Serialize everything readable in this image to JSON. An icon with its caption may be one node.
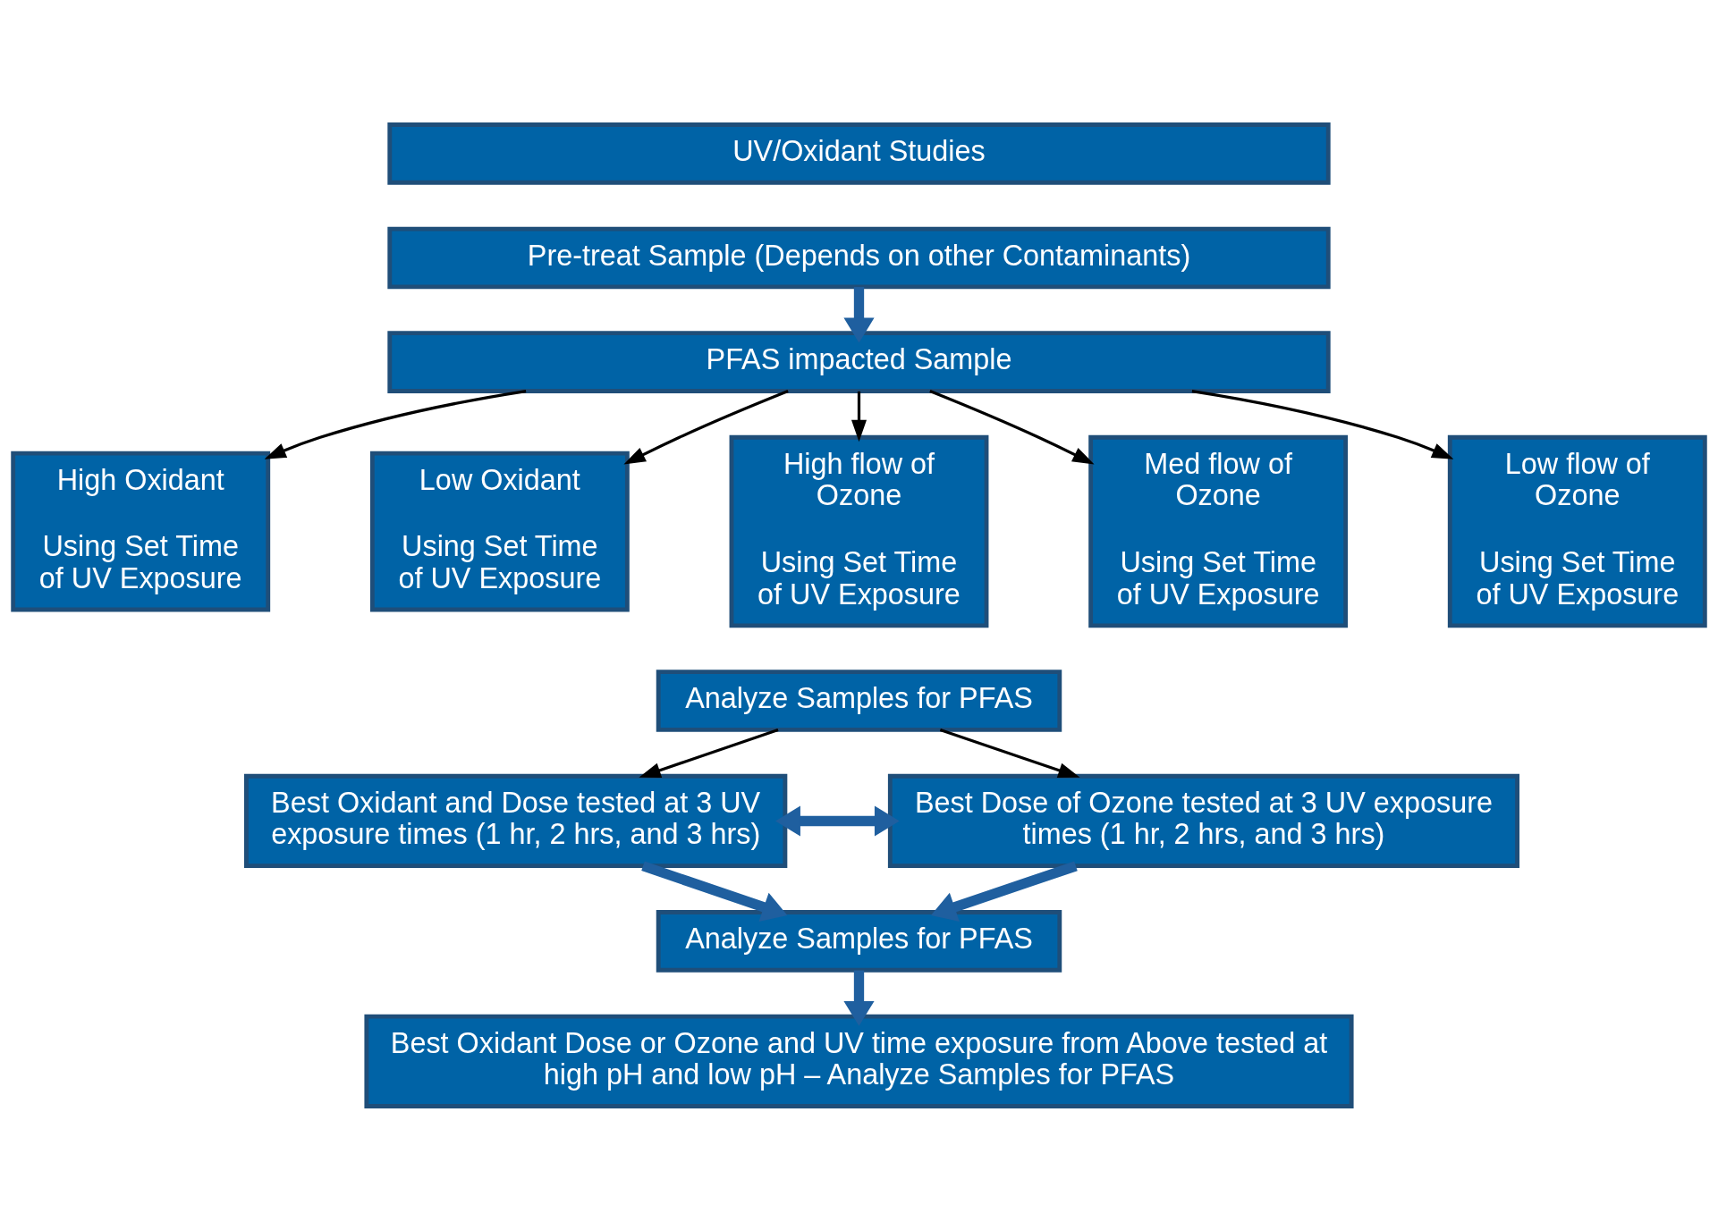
{
  "diagram": {
    "nodes": [
      {
        "text": [
          "UV/Oxidant Studies"
        ]
      },
      {
        "text": [
          "Pre-treat Sample (Depends on other Contaminants)"
        ]
      },
      {
        "text": [
          "PFAS impacted Sample"
        ]
      },
      {
        "text": [
          "High Oxidant",
          "Using Set Time of UV Exposure"
        ]
      },
      {
        "text": [
          "Low Oxidant",
          "Using Set Time of UV Exposure"
        ]
      },
      {
        "text": [
          "High flow of Ozone",
          "Using Set Time of UV Exposure"
        ]
      },
      {
        "text": [
          "Med flow of Ozone",
          "Using Set Time of UV Exposure"
        ]
      },
      {
        "text": [
          "Low flow of Ozone",
          "Using Set Time of UV Exposure"
        ]
      },
      {
        "text": [
          "Analyze Samples for PFAS"
        ]
      },
      {
        "text": [
          "Best Oxidant and Dose tested at 3 UV exposure times (1 hr, 2 hrs, and 3 hrs)"
        ]
      },
      {
        "text": [
          "Best Dose of Ozone tested at 3 UV exposure times (1 hr, 2 hrs, and 3 hrs)"
        ]
      },
      {
        "text": [
          "Analyze Samples for PFAS"
        ]
      },
      {
        "text": [
          "Best Oxidant Dose or Ozone and UV time exposure from Above tested at high pH and low pH – Analyze Samples for PFAS"
        ]
      }
    ],
    "edges": [
      {
        "from": 1,
        "to": 2,
        "arrow": "to",
        "style": "thick",
        "color": "#1f5f9f"
      },
      {
        "from": 2,
        "to": 3,
        "arrow": "to"
      },
      {
        "from": 2,
        "to": 4,
        "arrow": "to"
      },
      {
        "from": 2,
        "to": 5,
        "arrow": "to"
      },
      {
        "from": 2,
        "to": 6,
        "arrow": "to"
      },
      {
        "from": 2,
        "to": 7,
        "arrow": "to"
      },
      {
        "from": 8,
        "to": 9,
        "arrow": "to"
      },
      {
        "from": 8,
        "to": 10,
        "arrow": "to"
      },
      {
        "from": 9,
        "to": 10,
        "arrow": "both",
        "style": "thick",
        "color": "#1f5f9f"
      },
      {
        "from": 9,
        "to": 11,
        "arrow": "to",
        "style": "thick",
        "color": "#1f5f9f"
      },
      {
        "from": 10,
        "to": 11,
        "arrow": "to",
        "style": "thick",
        "color": "#1f5f9f"
      },
      {
        "from": 11,
        "to": 12,
        "arrow": "to",
        "style": "thick",
        "color": "#1f5f9f"
      }
    ]
  }
}
